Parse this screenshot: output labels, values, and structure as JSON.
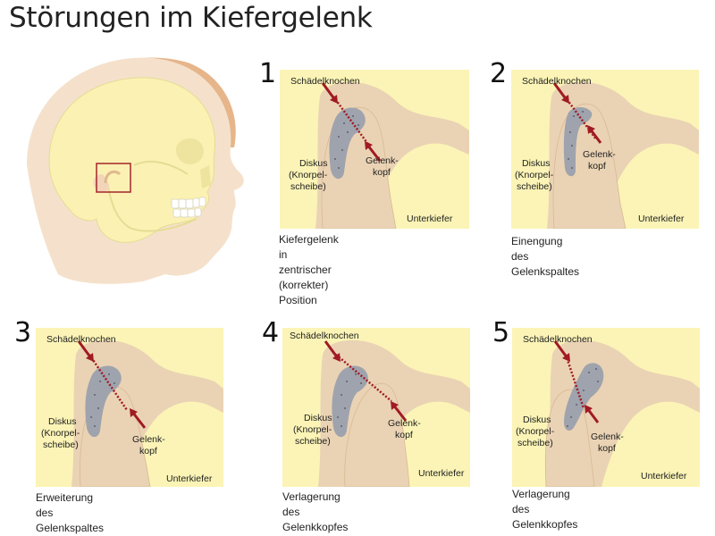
{
  "title": "Störungen im Kiefergelenk",
  "labels": {
    "skull_bone": "Schädelknochen",
    "disc_1": "Diskus",
    "disc_2": "(Knorpel-",
    "disc_3": "scheibe)",
    "condyle_1": "Gelenk-",
    "condyle_2": "kopf",
    "lower_jaw": "Unterkiefer"
  },
  "panels": [
    {
      "number": "1",
      "caption_lines": [
        "Kiefergelenk in zentrischer (korrekter)",
        "Position"
      ]
    },
    {
      "number": "2",
      "caption_lines": [
        "Einengung des Gelenkspaltes"
      ]
    },
    {
      "number": "3",
      "caption_lines": [
        "Erweiterung des Gelenkspaltes"
      ]
    },
    {
      "number": "4",
      "caption_lines": [
        "Verlagerung des Gelenkkopfes"
      ]
    },
    {
      "number": "5",
      "caption_lines": [
        "Verlagerung des Gelenkkopfes"
      ]
    }
  ],
  "colors": {
    "background_yellow": "#fbf4b6",
    "bone_tan": "#e9cba8",
    "disc_gray": "#9fa3ad",
    "arrow_red": "#a01a24",
    "skin": "#f4dcc2",
    "skin_shade": "#e8b98c",
    "skull": "#faf1b3",
    "box_red": "#a5262b"
  }
}
